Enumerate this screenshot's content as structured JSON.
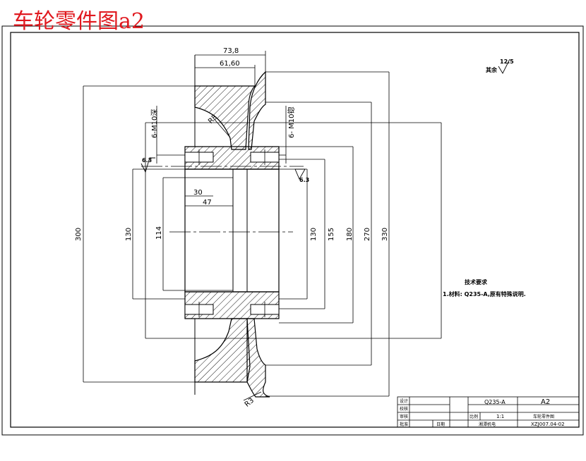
{
  "caption": "车轮零件图a2",
  "dimensions": {
    "w_73_8": "73,8",
    "w_61_60": "61,60",
    "r_upper": "R3",
    "r_lower": "R3",
    "holes_left": "6-M10深",
    "holes_right": "6- M10锪",
    "rough_left": "6.3",
    "rough_right": "6.3",
    "rough_top": "12.5",
    "rough_top_prefix": "其余",
    "d_30": "30",
    "d_47": "47",
    "d_300": "300",
    "d_130_left": "130",
    "d_114": "114",
    "d_130_right": "130",
    "d_155": "155",
    "d_180": "180",
    "d_270": "270",
    "d_330": "330"
  },
  "notes": {
    "title": "技术要求",
    "line1": "1.材料: Q235-A,原有特殊说明."
  },
  "title_block": {
    "material": "Q235-A",
    "size": "A2",
    "scale": "1:1",
    "part_name": "车轮零件图",
    "drawing_no": "XZJ007.04-02",
    "label_design": "设计",
    "label_check": "校核",
    "label_review": "审核",
    "label_approve": "批准",
    "label_ratio": "比例",
    "label_org": "湘潭机电",
    "label_date": "日期"
  }
}
